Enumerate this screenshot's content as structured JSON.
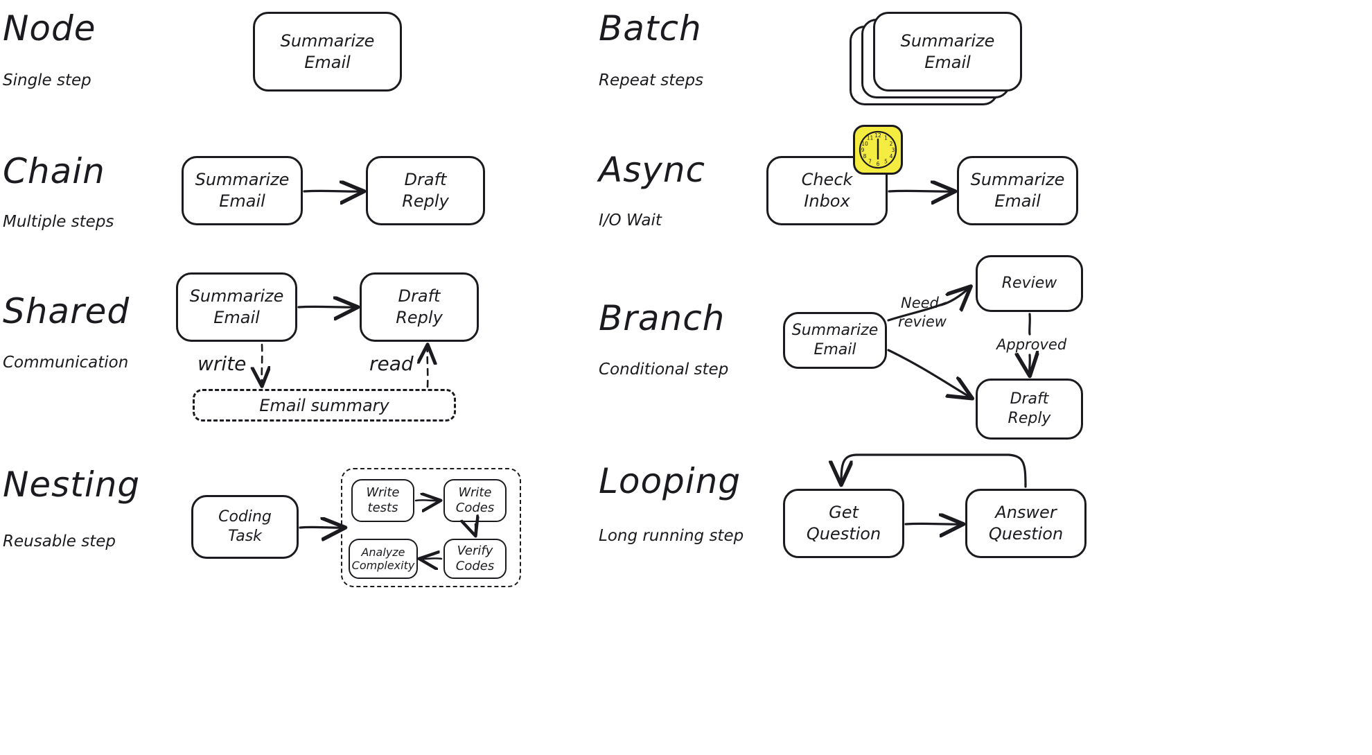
{
  "page": {
    "background": "#ffffff",
    "ink": "#1b1b1f",
    "accent_yellow": "#f5ec42"
  },
  "patterns": [
    {
      "id": "node",
      "title": "Node",
      "subtitle": "Single step",
      "nodes": [
        {
          "label": "Summarize\nEmail"
        }
      ]
    },
    {
      "id": "batch",
      "title": "Batch",
      "subtitle": "Repeat steps",
      "nodes": [
        {
          "label": "Summarize\nEmail"
        }
      ],
      "stack_count": 3
    },
    {
      "id": "chain",
      "title": "Chain",
      "subtitle": "Multiple steps",
      "nodes": [
        {
          "label": "Summarize\nEmail"
        },
        {
          "label": "Draft\nReply"
        }
      ]
    },
    {
      "id": "async",
      "title": "Async",
      "subtitle": "I/O Wait",
      "nodes": [
        {
          "label": "Check\nInbox"
        },
        {
          "label": "Summarize\nEmail"
        }
      ],
      "badge": {
        "icon": "clock-icon",
        "hour": 6,
        "minute": 0
      }
    },
    {
      "id": "shared",
      "title": "Shared",
      "subtitle": "Communication",
      "nodes": [
        {
          "label": "Summarize\nEmail"
        },
        {
          "label": "Draft\nReply"
        }
      ],
      "store": {
        "label": "Email summary"
      },
      "edge_labels": {
        "write": "write",
        "read": "read"
      }
    },
    {
      "id": "branch",
      "title": "Branch",
      "subtitle": "Conditional step",
      "nodes": [
        {
          "label": "Summarize\nEmail"
        },
        {
          "label": "Review"
        },
        {
          "label": "Draft\nReply"
        }
      ],
      "edge_labels": {
        "condition": "Need\nreview",
        "approved": "Approved"
      }
    },
    {
      "id": "nesting",
      "title": "Nesting",
      "subtitle": "Reusable step",
      "nodes": [
        {
          "label": "Coding\nTask"
        }
      ],
      "subflow": [
        {
          "label": "Write\ntests"
        },
        {
          "label": "Write\nCodes"
        },
        {
          "label": "Verify\nCodes"
        },
        {
          "label": "Analyze\nComplexity"
        }
      ]
    },
    {
      "id": "looping",
      "title": "Looping",
      "subtitle": "Long running step",
      "nodes": [
        {
          "label": "Get\nQuestion"
        },
        {
          "label": "Answer\nQuestion"
        }
      ]
    }
  ],
  "branch_labels": {
    "need_review_line1": "Need",
    "need_review_line2": "review",
    "approved": "Approved"
  }
}
